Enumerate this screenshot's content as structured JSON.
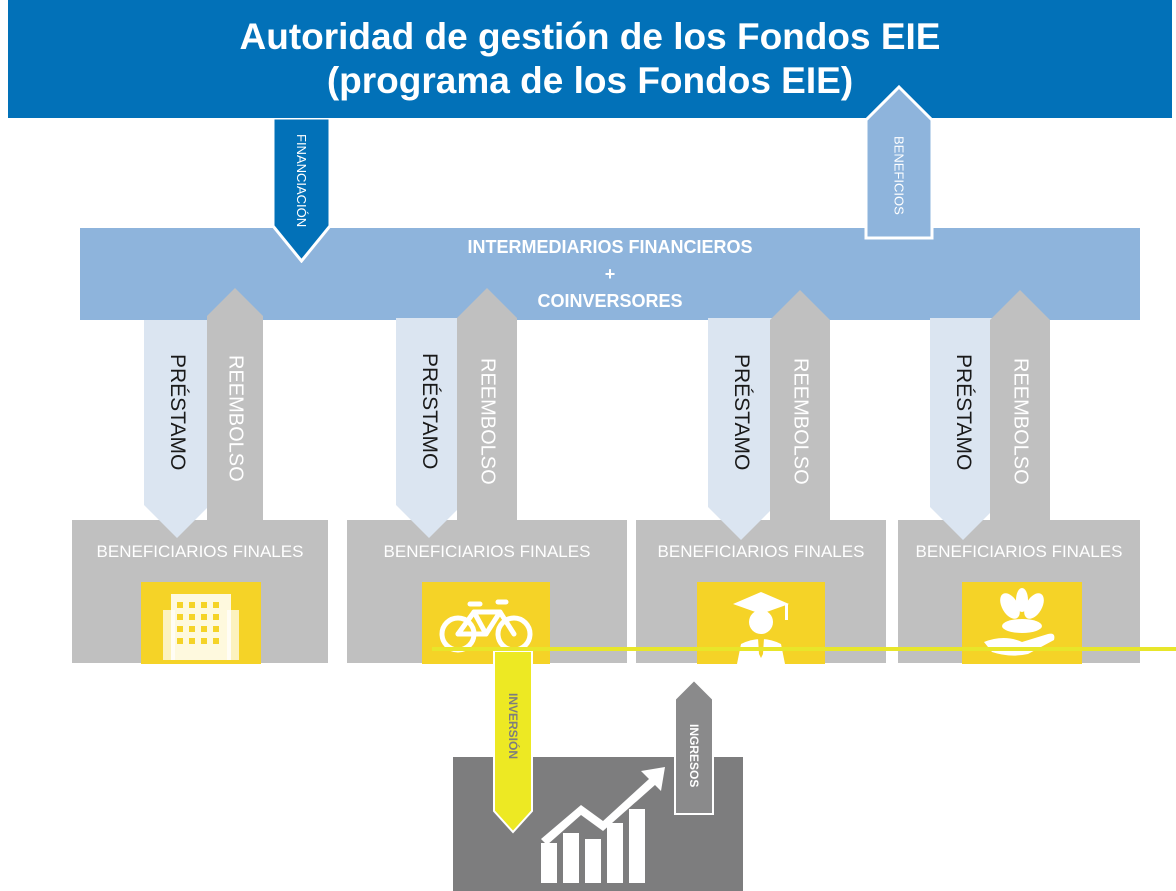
{
  "header": {
    "line1": "Autoridad de gestión de los Fondos EIE",
    "line2": "(programa de los Fondos EIE)"
  },
  "top_arrows": {
    "financing": "FINANCIACIÓN",
    "benefits": "BENEFICIOS"
  },
  "intermediaries": {
    "line1": "INTERMEDIARIOS FINANCIEROS",
    "line2": "+",
    "line3": "COINVERSORES"
  },
  "columns": [
    {
      "loan": "PRÉSTAMO",
      "repayment": "REEMBOLSO",
      "beneficiary": "BENEFICIARIOS FINALES",
      "icon": "building-icon"
    },
    {
      "loan": "PRÉSTAMO",
      "repayment": "REEMBOLSO",
      "beneficiary": "BENEFICIARIOS FINALES",
      "icon": "bicycle-icon"
    },
    {
      "loan": "PRÉSTAMO",
      "repayment": "REEMBOLSO",
      "beneficiary": "BENEFICIARIOS FINALES",
      "icon": "graduate-icon"
    },
    {
      "loan": "PRÉSTAMO",
      "repayment": "REEMBOLSO",
      "beneficiary": "BENEFICIARIOS FINALES",
      "icon": "plant-in-hand-icon"
    }
  ],
  "bottom_arrows": {
    "investment": "INVERSIÓN",
    "income": "INGRESOS"
  },
  "bottom_icon": "growth-chart-icon",
  "colors": {
    "header_blue": "#0271b8",
    "intermediaries_blue": "#8eb4dc",
    "loan_arrow": "#dbe5f1",
    "repayment_arrow": "#c0c0c0",
    "icon_yellow": "#f5d327",
    "line_yellow": "#e8e62a",
    "investment_box": "#7d7d7e"
  }
}
